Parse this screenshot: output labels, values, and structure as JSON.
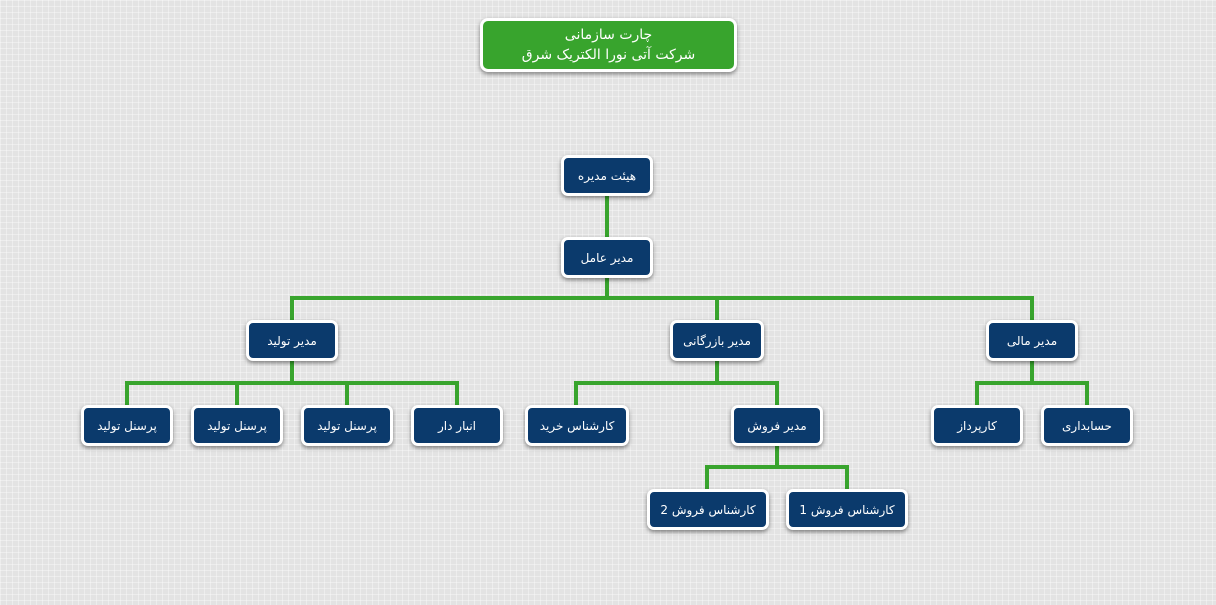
{
  "title": {
    "line1": "چارت سازمانی",
    "line2": "شرکت آتی نورا الکتریک شرق"
  },
  "colors": {
    "node": "#0b3a6c",
    "connector": "#38a42d",
    "title": "#38a42d"
  },
  "nodes": {
    "board": "هیئت مدیره",
    "ceo": "مدیر عامل",
    "production_manager": "مدیر تولید",
    "commerce_manager": "مدیر بازرگانی",
    "finance_manager": "مدیر مالی",
    "production_staff_1": "پرسنل تولید",
    "production_staff_2": "پرسنل تولید",
    "production_staff_3": "پرسنل تولید",
    "warehouse_keeper": "انبار دار",
    "purchase_expert": "کارشناس خرید",
    "sales_manager": "مدیر فروش",
    "procurement": "کارپرداز",
    "accounting": "حسابداری",
    "sales_expert_2": "کارشناس فروش 2",
    "sales_expert_1": "کارشناس فروش 1"
  }
}
